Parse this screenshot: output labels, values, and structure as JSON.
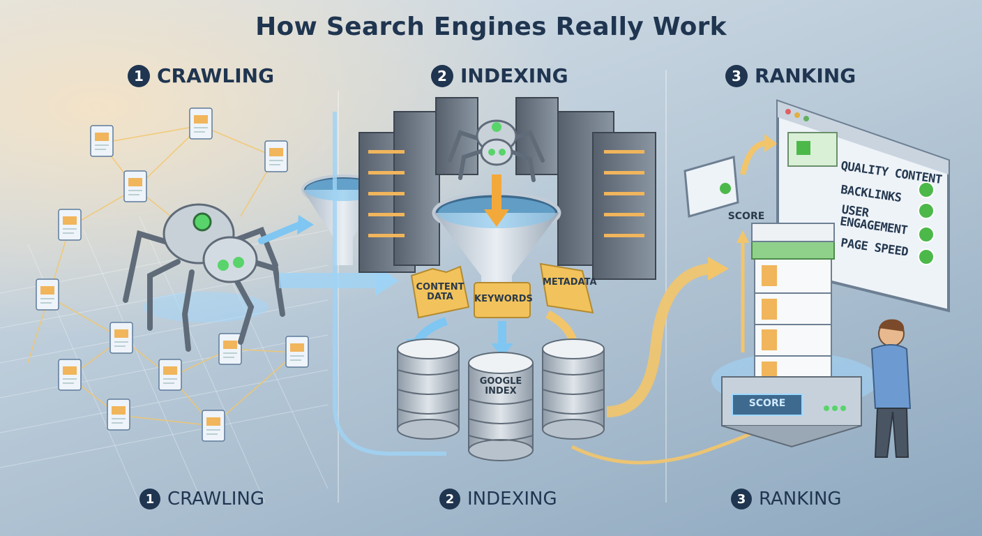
{
  "title": "How Search Engines Really Work",
  "steps_top": [
    {
      "num": "1",
      "label": "CRAWLING"
    },
    {
      "num": "2",
      "label": "INDEXING"
    },
    {
      "num": "3",
      "label": "RANKING"
    }
  ],
  "steps_bottom": [
    {
      "num": "1",
      "label": "CRAWLING"
    },
    {
      "num": "2",
      "label": "INDEXING"
    },
    {
      "num": "3",
      "label": "RANKING"
    }
  ],
  "indexing": {
    "folders": [
      "CONTENT DATA",
      "KEYWORDS",
      "METADATA"
    ],
    "database_label": "GOOGLE INDEX"
  },
  "ranking": {
    "score_label": "SCORE",
    "base_label": "SCORE",
    "criteria": [
      "QUALITY CONTENT",
      "BACKLINKS",
      "USER ENGAGEMENT",
      "PAGE SPEED"
    ]
  },
  "colors": {
    "heading": "#1f3550",
    "flow_blue": "#7fc6f2",
    "flow_gold": "#f3c56a",
    "check_green": "#4cb84a",
    "folder": "#f2c35c"
  }
}
